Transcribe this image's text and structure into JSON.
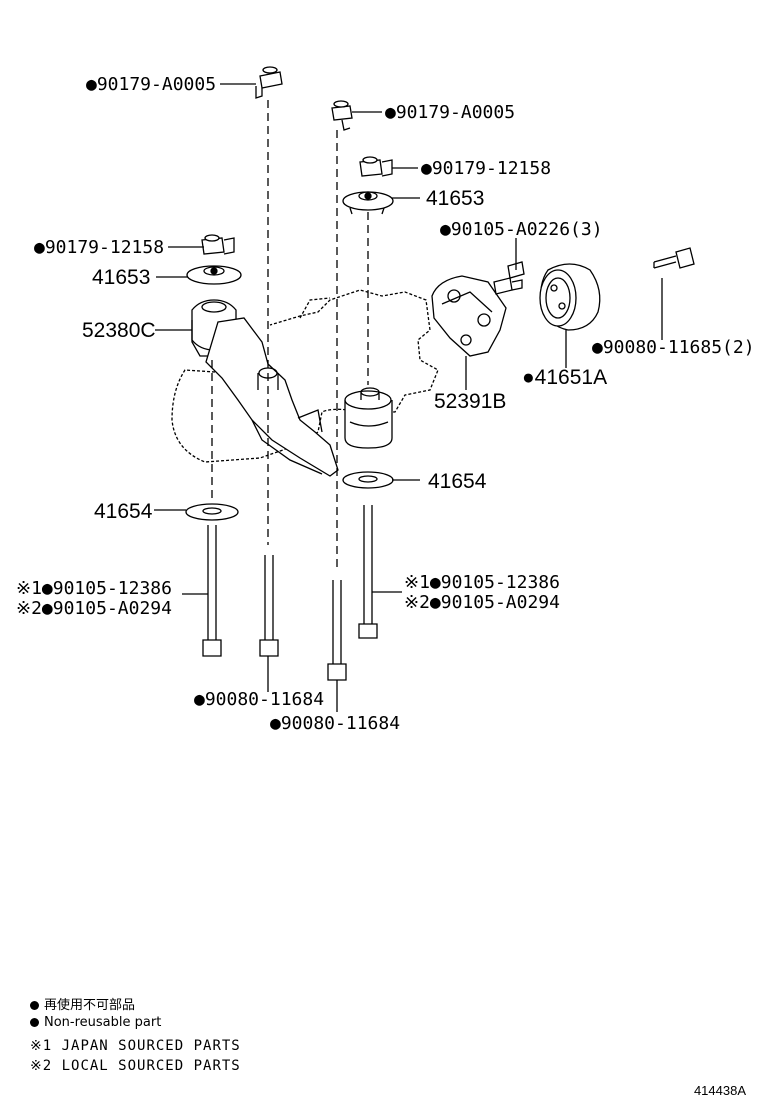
{
  "parts": {
    "clip_top_left": "●90179-A0005",
    "clip_top_right": "●90179-A0005",
    "clip_right": "●90179-12158",
    "clip_left": "●90179-12158",
    "insulator_right_top": "41653",
    "insulator_left_top": "41653",
    "bolt_bracket": "●90105-A0226(3)",
    "bracket_52380": "52380C",
    "bolt_mount_2": "●90080-11685(2)",
    "mount_41651": "●41651A",
    "bracket_52391": "52391B",
    "stopper_right": "41654",
    "stopper_left": "41654",
    "bolt_left_jp": "※1●90105-12386",
    "bolt_left_local": "※2●90105-A0294",
    "bolt_right_jp": "※1●90105-12386",
    "bolt_right_local": "※2●90105-A0294",
    "bolt_center_left": "●90080-11684",
    "bolt_center_right": "●90080-11684"
  },
  "legend": {
    "nonreusable_jp": "再使用不可部品",
    "nonreusable_en": "Non-reusable part",
    "note1": "※1 JAPAN SOURCED PARTS",
    "note2": "※2 LOCAL SOURCED PARTS"
  },
  "diagram_code": "414438A"
}
